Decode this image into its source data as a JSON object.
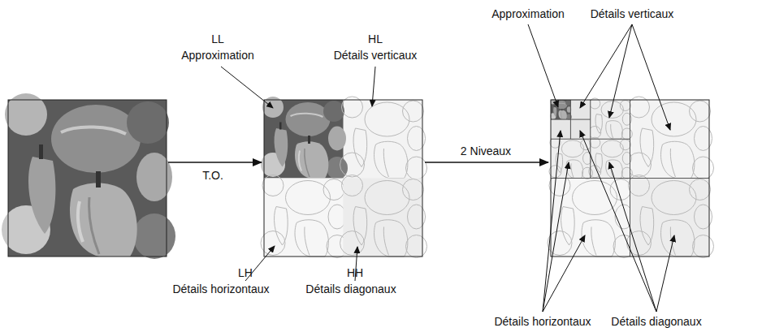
{
  "diagram": {
    "labels": [
      "LL",
      "Approximation",
      "HL",
      "Détails verticaux",
      "Approximation",
      "Détails verticaux",
      "T.O.",
      "2 Niveaux",
      "LH",
      "Détails horizontaux",
      "HH",
      "Détails diagonaux",
      "Détails horizontaux",
      "Détails diagonaux"
    ]
  }
}
